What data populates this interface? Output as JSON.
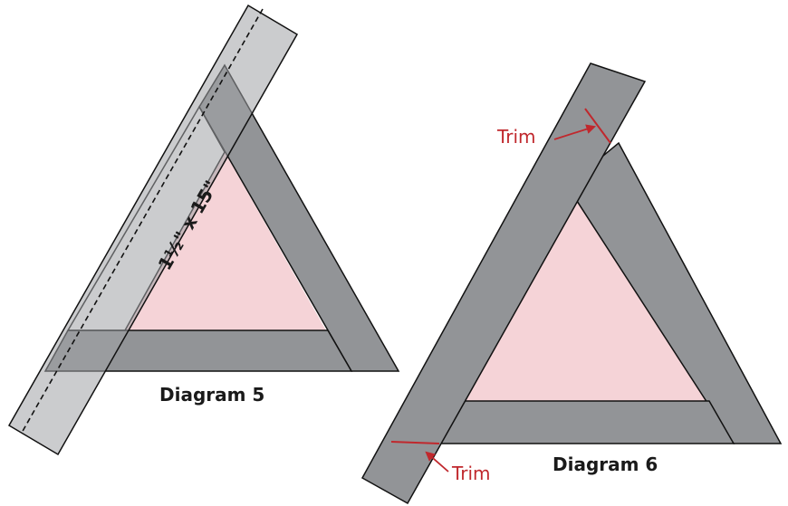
{
  "colors": {
    "strip": "#929497",
    "strip_outline": "#111111",
    "center": "#f5d3d7",
    "ruler": "rgba(160,162,166,0.55)",
    "trim": "#c0282d"
  },
  "diagram5": {
    "caption": "Diagram 5",
    "strip_dimension": "1½\" x 15\""
  },
  "diagram6": {
    "caption": "Diagram 6",
    "trim_top": "Trim",
    "trim_bottom": "Trim"
  }
}
